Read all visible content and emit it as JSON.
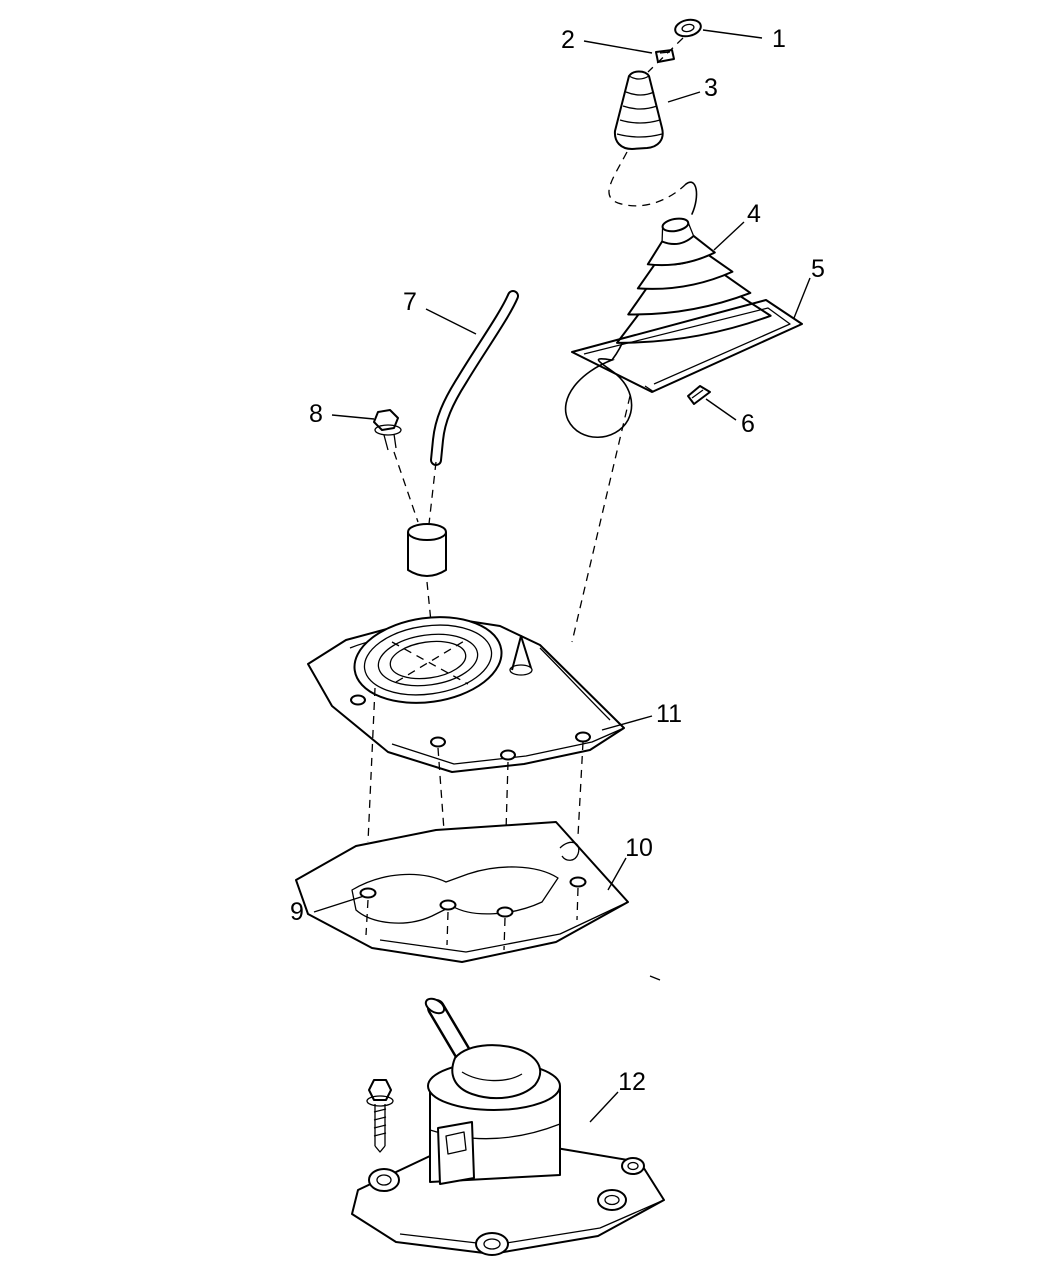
{
  "figure": {
    "background_color": "#ffffff",
    "line_color": "#000000",
    "kind": "exploded-parts-diagram"
  },
  "callouts": [
    {
      "label": "1",
      "target": "shift-knob-nut"
    },
    {
      "label": "2",
      "target": "retainer-clip"
    },
    {
      "label": "3",
      "target": "shift-knob"
    },
    {
      "label": "4",
      "target": "shift-boot"
    },
    {
      "label": "5",
      "target": "boot-retainer-plate"
    },
    {
      "label": "6",
      "target": "screw"
    },
    {
      "label": "7",
      "target": "shift-lever"
    },
    {
      "label": "8",
      "target": "hex-bolt"
    },
    {
      "label": "9",
      "target": "mounting-plate-front"
    },
    {
      "label": "10",
      "target": "mounting-plate"
    },
    {
      "label": "11",
      "target": "bezel-housing"
    },
    {
      "label": "12",
      "target": "shifter-assembly"
    }
  ]
}
